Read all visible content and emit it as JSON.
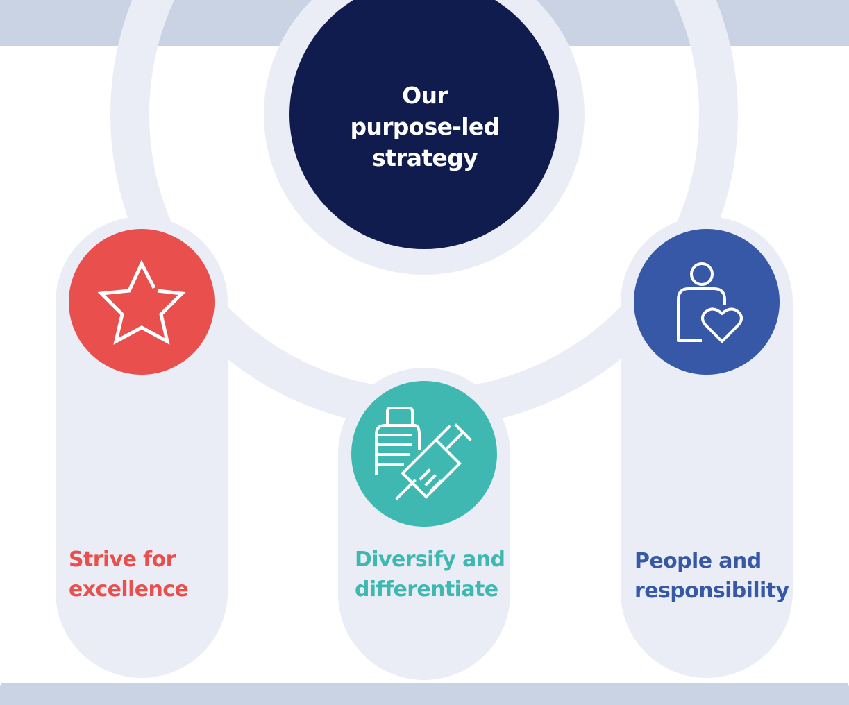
{
  "title": {
    "line1": "Our",
    "line2": "purpose-led",
    "line3": "strategy"
  },
  "pillars": [
    {
      "line1": "Strive for",
      "line2": "excellence",
      "icon": "star-icon",
      "color": "#e94f4d"
    },
    {
      "line1": "Diversify and",
      "line2": "differentiate",
      "icon": "vaccine-syringe-icon",
      "color": "#3fb8b1"
    },
    {
      "line1": "People and",
      "line2": "responsibility",
      "icon": "person-heart-icon",
      "color": "#3758a6"
    }
  ],
  "colors": {
    "center": "#101c4e",
    "track": "#eaedf5",
    "bars": "#c9d3e3"
  }
}
